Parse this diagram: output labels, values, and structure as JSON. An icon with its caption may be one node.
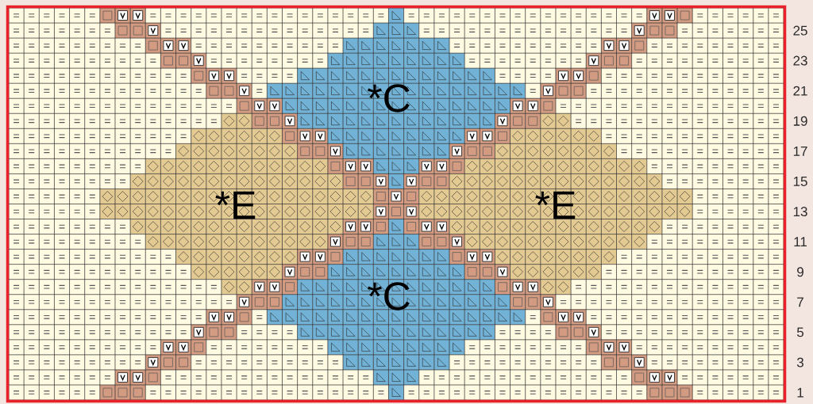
{
  "diagram": {
    "labels": [
      "25",
      "23",
      "21",
      "*C",
      "19",
      "17",
      "15",
      "*E",
      "*E",
      "13",
      "11",
      "9",
      "*C",
      "7",
      "5",
      "3",
      "1"
    ]
  }
}
